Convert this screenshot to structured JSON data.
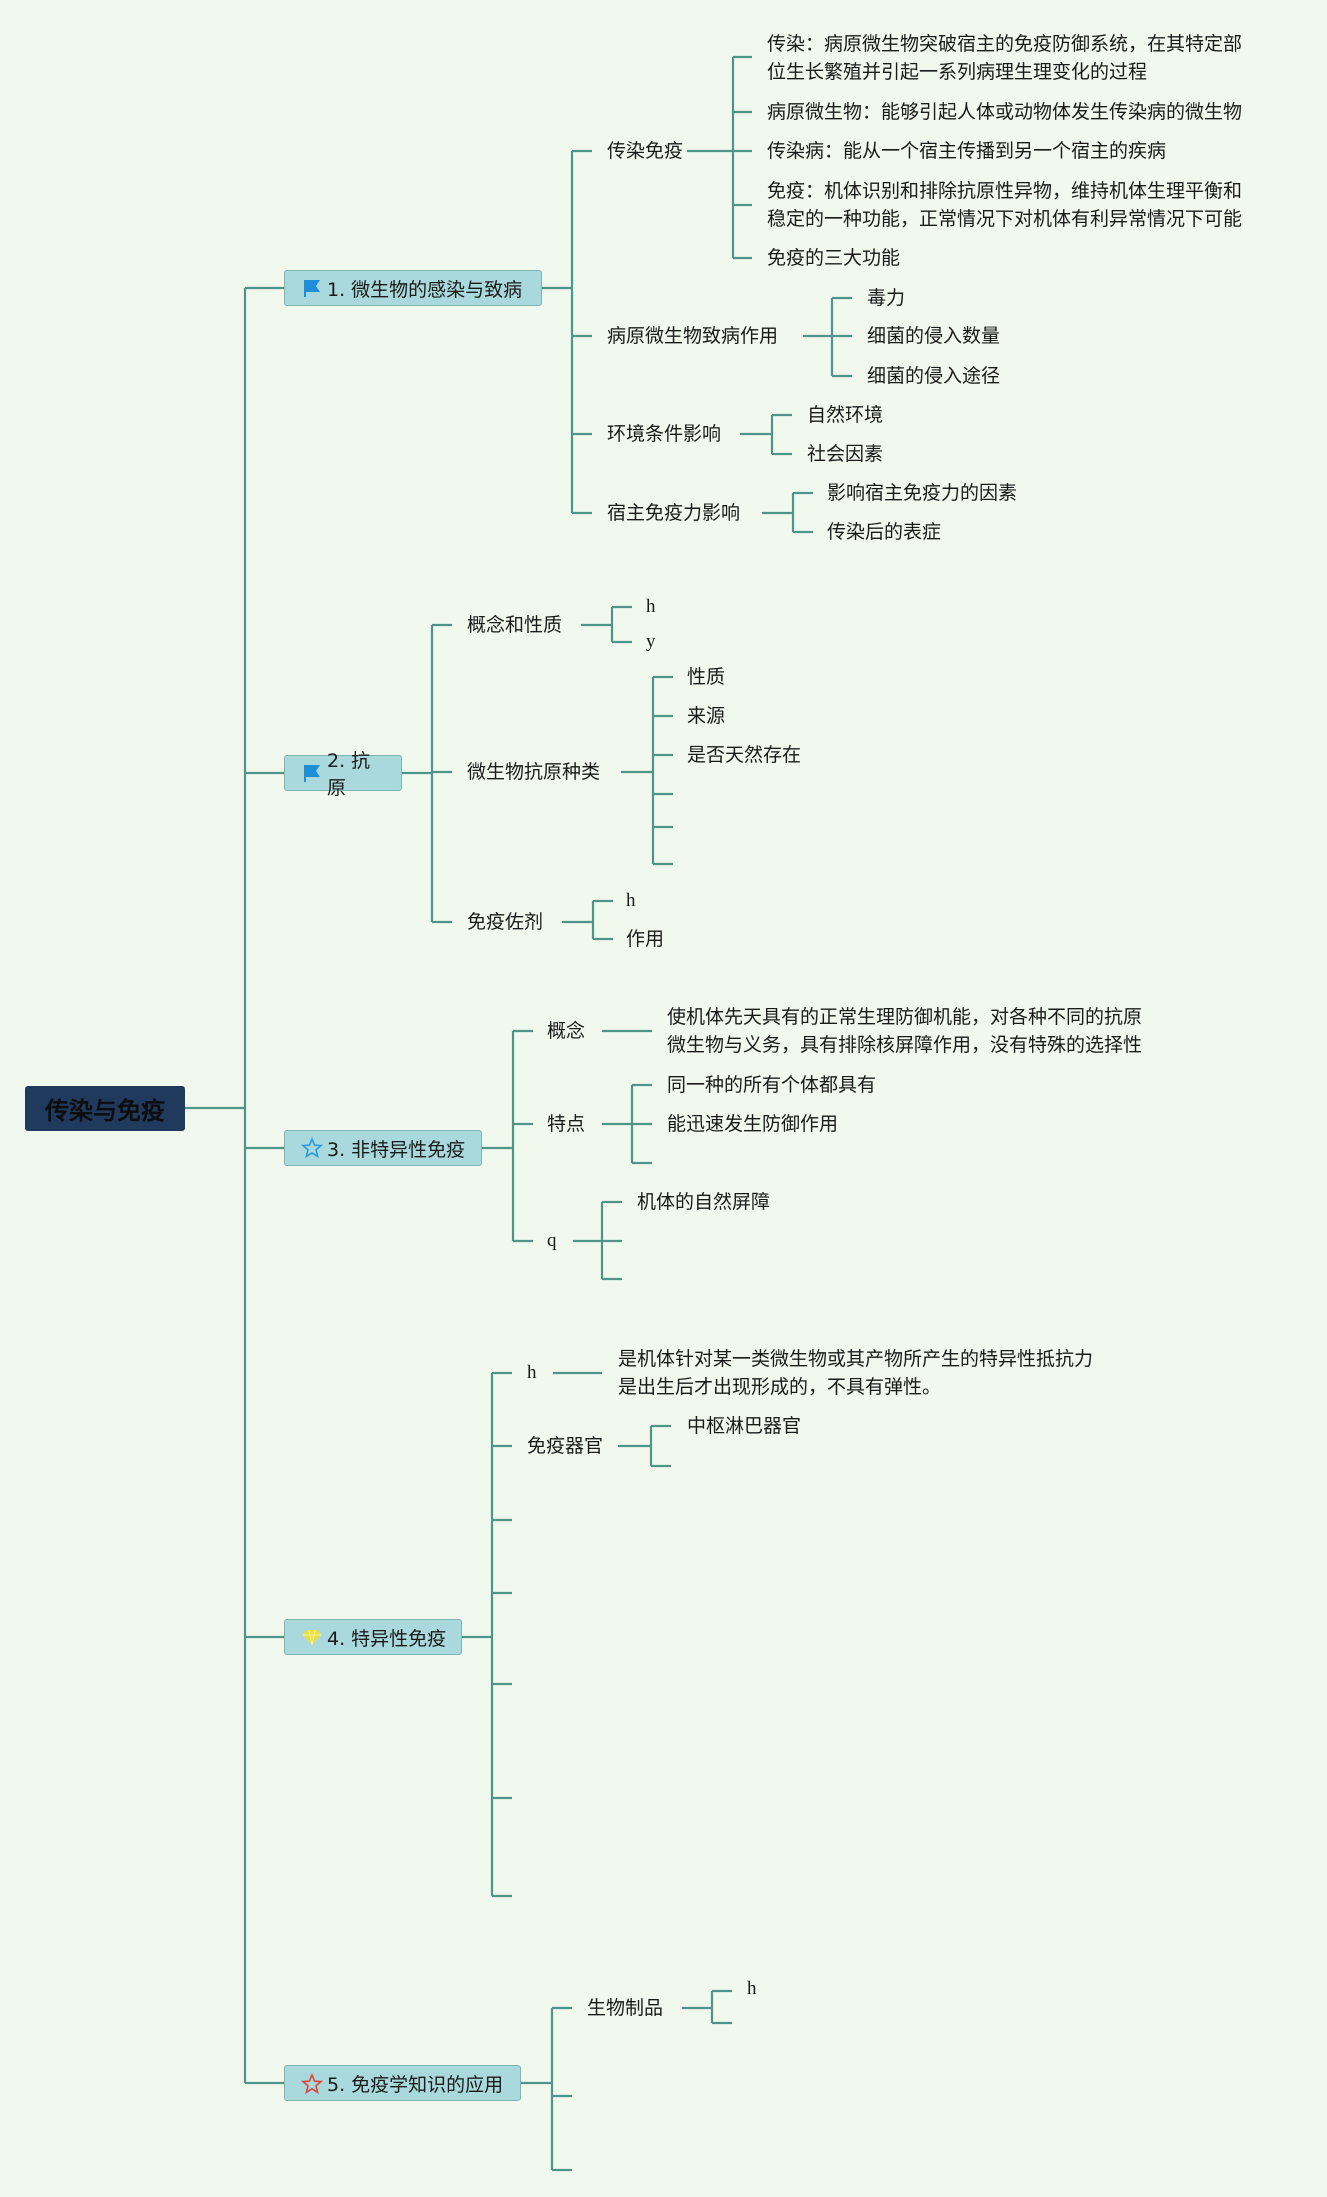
{
  "root": "传染与免疫",
  "branches": [
    {
      "label": "1. 微生物的感染与致病",
      "icon": "flag-icon",
      "children": [
        {
          "label": "传染免疫",
          "items": [
            "传染：病原微生物突破宿主的免疫防御系统，在其特定部\n位生长繁殖并引起一系列病理生理变化的过程",
            "病原微生物：能够引起人体或动物体发生传染病的微生物",
            "传染病：能从一个宿主传播到另一个宿主的疾病",
            "免疫：机体识别和排除抗原性异物，维持机体生理平衡和\n稳定的一种功能，正常情况下对机体有利异常情况下可能",
            "免疫的三大功能"
          ]
        },
        {
          "label": "病原微生物致病作用",
          "items": [
            "毒力",
            "细菌的侵入数量",
            "细菌的侵入途径"
          ]
        },
        {
          "label": "环境条件影响",
          "items": [
            "自然环境",
            "社会因素"
          ]
        },
        {
          "label": "宿主免疫力影响",
          "items": [
            "影响宿主免疫力的因素",
            "传染后的表症"
          ]
        }
      ]
    },
    {
      "label": "2. 抗原",
      "icon": "flag-icon",
      "children": [
        {
          "label": "概念和性质",
          "items": [
            "h",
            "y"
          ]
        },
        {
          "label": "微生物抗原种类",
          "items": [
            "性质",
            "来源",
            "是否天然存在",
            "",
            "",
            ""
          ]
        },
        {
          "label": "免疫佐剂",
          "items": [
            "h",
            "作用"
          ]
        }
      ]
    },
    {
      "label": "3. 非特异性免疫",
      "icon": "star-outline-icon",
      "children": [
        {
          "label": "概念",
          "items": [
            "使机体先天具有的正常生理防御机能，对各种不同的抗原\n微生物与义务，具有排除核屏障作用，没有特殊的选择性"
          ]
        },
        {
          "label": "特点",
          "items": [
            "同一种的所有个体都具有",
            "能迅速发生防御作用",
            ""
          ]
        },
        {
          "label": "q",
          "items": [
            "机体的自然屏障",
            "",
            ""
          ]
        }
      ]
    },
    {
      "label": "4. 特异性免疫",
      "icon": "gem-icon",
      "children": [
        {
          "label": "h",
          "items": [
            "是机体针对某一类微生物或其产物所产生的特异性抵抗力\n是出生后才出现形成的，不具有弹性。"
          ]
        },
        {
          "label": "免疫器官",
          "items": [
            "中枢淋巴器官",
            ""
          ]
        },
        {
          "label": "",
          "items": []
        },
        {
          "label": "",
          "items": []
        },
        {
          "label": "",
          "items": []
        },
        {
          "label": "",
          "items": []
        },
        {
          "label": "",
          "items": []
        }
      ]
    },
    {
      "label": "5. 免疫学知识的应用",
      "icon": "star-red-icon",
      "children": [
        {
          "label": "生物制品",
          "items": [
            "h",
            ""
          ]
        },
        {
          "label": "",
          "items": []
        },
        {
          "label": "",
          "items": []
        }
      ]
    }
  ],
  "colors": {
    "background": "#f1f9ee",
    "line": "#4f9489",
    "box": "#a9d9dc",
    "root": "#1f3a5c",
    "flag": "#1e8fd6",
    "star_outline": "#2a9be0",
    "gem": "#e8e040",
    "star_red": "#e0453a"
  }
}
